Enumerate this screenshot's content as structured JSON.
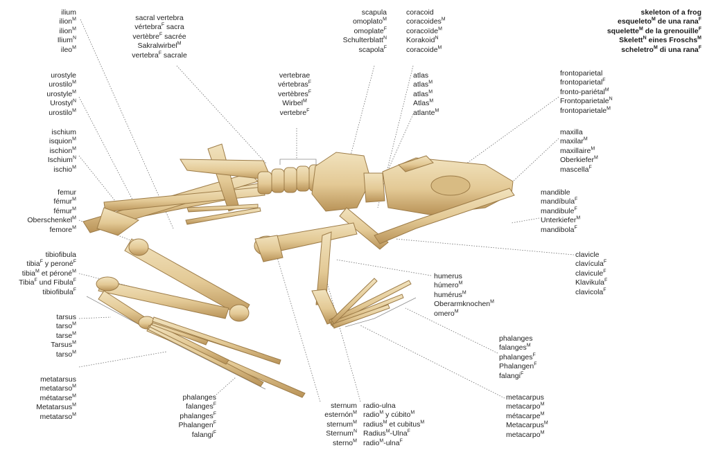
{
  "title_block": {
    "lines": [
      [
        {
          "t": "skeleton of a frog"
        }
      ],
      [
        {
          "t": "esqueleto",
          "g": "M"
        },
        {
          "t": " de una rana",
          "g": "F"
        }
      ],
      [
        {
          "t": "squelette",
          "g": "M"
        },
        {
          "t": " de la grenouille",
          "g": "F"
        }
      ],
      [
        {
          "t": "Skelett",
          "g": "N"
        },
        {
          "t": " eines Froschs",
          "g": "M"
        }
      ],
      [
        {
          "t": "scheletro",
          "g": "M"
        },
        {
          "t": " di una rana",
          "g": "F"
        }
      ]
    ]
  },
  "labels": [
    {
      "id": "ilium",
      "lines": [
        [
          {
            "t": "ilium"
          }
        ],
        [
          {
            "t": "ilion",
            "g": "M"
          }
        ],
        [
          {
            "t": "ilion",
            "g": "M"
          }
        ],
        [
          {
            "t": "Ilium",
            "g": "N"
          }
        ],
        [
          {
            "t": "ileo",
            "g": "M"
          }
        ]
      ]
    },
    {
      "id": "urostyle",
      "lines": [
        [
          {
            "t": "urostyle"
          }
        ],
        [
          {
            "t": "urostilo",
            "g": "M"
          }
        ],
        [
          {
            "t": "urostyle",
            "g": "M"
          }
        ],
        [
          {
            "t": "Urostyl",
            "g": "N"
          }
        ],
        [
          {
            "t": "urostilo",
            "g": "M"
          }
        ]
      ]
    },
    {
      "id": "ischium",
      "lines": [
        [
          {
            "t": "ischium"
          }
        ],
        [
          {
            "t": "isquion",
            "g": "M"
          }
        ],
        [
          {
            "t": "ischion",
            "g": "M"
          }
        ],
        [
          {
            "t": "Ischium",
            "g": "N"
          }
        ],
        [
          {
            "t": "ischio",
            "g": "M"
          }
        ]
      ]
    },
    {
      "id": "femur",
      "lines": [
        [
          {
            "t": "femur"
          }
        ],
        [
          {
            "t": "fémur",
            "g": "M"
          }
        ],
        [
          {
            "t": "fémur",
            "g": "M"
          }
        ],
        [
          {
            "t": "Oberschenkel",
            "g": "M"
          }
        ],
        [
          {
            "t": "femore",
            "g": "M"
          }
        ]
      ]
    },
    {
      "id": "tibiofibula",
      "lines": [
        [
          {
            "t": "tibiofibula"
          }
        ],
        [
          {
            "t": "tibia",
            "g": "F"
          },
          {
            "t": " y peroné",
            "g": "F"
          }
        ],
        [
          {
            "t": "tibia",
            "g": "M"
          },
          {
            "t": " et péroné",
            "g": "M"
          }
        ],
        [
          {
            "t": "Tibia",
            "g": "F"
          },
          {
            "t": " und Fibula",
            "g": "F"
          }
        ],
        [
          {
            "t": "tibiofibula",
            "g": "F"
          }
        ]
      ]
    },
    {
      "id": "tarsus",
      "lines": [
        [
          {
            "t": "tarsus"
          }
        ],
        [
          {
            "t": "tarso",
            "g": "M"
          }
        ],
        [
          {
            "t": "tarse",
            "g": "M"
          }
        ],
        [
          {
            "t": "Tarsus",
            "g": "M"
          }
        ],
        [
          {
            "t": "tarso",
            "g": "M"
          }
        ]
      ]
    },
    {
      "id": "metatarsus",
      "lines": [
        [
          {
            "t": "metatarsus"
          }
        ],
        [
          {
            "t": "metatarso",
            "g": "M"
          }
        ],
        [
          {
            "t": "métatarse",
            "g": "M"
          }
        ],
        [
          {
            "t": "Metatarsus",
            "g": "M"
          }
        ],
        [
          {
            "t": "metatarso",
            "g": "M"
          }
        ]
      ]
    },
    {
      "id": "sacral-vertebra",
      "lines": [
        [
          {
            "t": "sacral vertebra"
          }
        ],
        [
          {
            "t": "vértebra",
            "g": "F"
          },
          {
            "t": " sacra"
          }
        ],
        [
          {
            "t": "vertèbre",
            "g": "F"
          },
          {
            "t": " sacrée"
          }
        ],
        [
          {
            "t": "Sakralwirbel",
            "g": "M"
          }
        ],
        [
          {
            "t": "vertebra",
            "g": "F"
          },
          {
            "t": " sacrale"
          }
        ]
      ]
    },
    {
      "id": "vertebrae",
      "lines": [
        [
          {
            "t": "vertebrae"
          }
        ],
        [
          {
            "t": "vértebras",
            "g": "F"
          }
        ],
        [
          {
            "t": "vertèbres",
            "g": "F"
          }
        ],
        [
          {
            "t": "Wirbel",
            "g": "M"
          }
        ],
        [
          {
            "t": "vertebre",
            "g": "F"
          }
        ]
      ]
    },
    {
      "id": "scapula",
      "lines": [
        [
          {
            "t": "scapula"
          }
        ],
        [
          {
            "t": "omoplato",
            "g": "M"
          }
        ],
        [
          {
            "t": "omoplate",
            "g": "F"
          }
        ],
        [
          {
            "t": "Schulterblatt",
            "g": "N"
          }
        ],
        [
          {
            "t": "scapola",
            "g": "F"
          }
        ]
      ]
    },
    {
      "id": "coracoid",
      "lines": [
        [
          {
            "t": "coracoid"
          }
        ],
        [
          {
            "t": "coracoides",
            "g": "M"
          }
        ],
        [
          {
            "t": "coracoïde",
            "g": "M"
          }
        ],
        [
          {
            "t": "Korakoid",
            "g": "N"
          }
        ],
        [
          {
            "t": "coracoide",
            "g": "M"
          }
        ]
      ]
    },
    {
      "id": "atlas",
      "lines": [
        [
          {
            "t": "atlas"
          }
        ],
        [
          {
            "t": "atlas",
            "g": "M"
          }
        ],
        [
          {
            "t": "atlas",
            "g": "M"
          }
        ],
        [
          {
            "t": "Atlas",
            "g": "M"
          }
        ],
        [
          {
            "t": "atlante",
            "g": "M"
          }
        ]
      ]
    },
    {
      "id": "frontoparietal",
      "lines": [
        [
          {
            "t": "frontoparietal"
          }
        ],
        [
          {
            "t": "frontoparietal",
            "g": "F"
          }
        ],
        [
          {
            "t": "fronto-pariétal",
            "g": "M"
          }
        ],
        [
          {
            "t": "Frontoparietale",
            "g": "N"
          }
        ],
        [
          {
            "t": "frontoparietale",
            "g": "M"
          }
        ]
      ]
    },
    {
      "id": "maxilla",
      "lines": [
        [
          {
            "t": "maxilla"
          }
        ],
        [
          {
            "t": "maxilar",
            "g": "M"
          }
        ],
        [
          {
            "t": "maxillaire",
            "g": "M"
          }
        ],
        [
          {
            "t": "Oberkiefer",
            "g": "M"
          }
        ],
        [
          {
            "t": "mascella",
            "g": "F"
          }
        ]
      ]
    },
    {
      "id": "mandible",
      "lines": [
        [
          {
            "t": "mandible"
          }
        ],
        [
          {
            "t": "mandíbula",
            "g": "F"
          }
        ],
        [
          {
            "t": "mandibule",
            "g": "F"
          }
        ],
        [
          {
            "t": "Unterkiefer",
            "g": "M"
          }
        ],
        [
          {
            "t": "mandibola",
            "g": "F"
          }
        ]
      ]
    },
    {
      "id": "clavicle",
      "lines": [
        [
          {
            "t": "clavicle"
          }
        ],
        [
          {
            "t": "clavícula",
            "g": "F"
          }
        ],
        [
          {
            "t": "clavicule",
            "g": "F"
          }
        ],
        [
          {
            "t": "Klavikula",
            "g": "F"
          }
        ],
        [
          {
            "t": "clavicola",
            "g": "F"
          }
        ]
      ]
    },
    {
      "id": "humerus",
      "lines": [
        [
          {
            "t": "humerus"
          }
        ],
        [
          {
            "t": "húmero",
            "g": "M"
          }
        ],
        [
          {
            "t": "humérus",
            "g": "M"
          }
        ],
        [
          {
            "t": "Oberarmknochen",
            "g": "M"
          }
        ],
        [
          {
            "t": "omero",
            "g": "M"
          }
        ]
      ]
    },
    {
      "id": "phalanges-front",
      "lines": [
        [
          {
            "t": "phalanges"
          }
        ],
        [
          {
            "t": "falanges",
            "g": "M"
          }
        ],
        [
          {
            "t": "phalanges",
            "g": "F"
          }
        ],
        [
          {
            "t": "Phalangen",
            "g": "F"
          }
        ],
        [
          {
            "t": "falangi",
            "g": "F"
          }
        ]
      ]
    },
    {
      "id": "metacarpus",
      "lines": [
        [
          {
            "t": "metacarpus"
          }
        ],
        [
          {
            "t": "metacarpo",
            "g": "M"
          }
        ],
        [
          {
            "t": "métacarpe",
            "g": "M"
          }
        ],
        [
          {
            "t": "Metacarpus",
            "g": "M"
          }
        ],
        [
          {
            "t": "metacarpo",
            "g": "M"
          }
        ]
      ]
    },
    {
      "id": "phalanges-hind",
      "lines": [
        [
          {
            "t": "phalanges"
          }
        ],
        [
          {
            "t": "falanges",
            "g": "F"
          }
        ],
        [
          {
            "t": "phalanges",
            "g": "F"
          }
        ],
        [
          {
            "t": "Phalangen",
            "g": "F"
          }
        ],
        [
          {
            "t": "falangi",
            "g": "F"
          }
        ]
      ]
    },
    {
      "id": "sternum",
      "lines": [
        [
          {
            "t": "sternum"
          }
        ],
        [
          {
            "t": "esternón",
            "g": "M"
          }
        ],
        [
          {
            "t": "sternum",
            "g": "M"
          }
        ],
        [
          {
            "t": "Sternum",
            "g": "N"
          }
        ],
        [
          {
            "t": "sterno",
            "g": "M"
          }
        ]
      ]
    },
    {
      "id": "radio-ulna",
      "lines": [
        [
          {
            "t": "radio-ulna"
          }
        ],
        [
          {
            "t": "radio",
            "g": "M"
          },
          {
            "t": " y cúbito",
            "g": "M"
          }
        ],
        [
          {
            "t": "radius",
            "g": "M"
          },
          {
            "t": " et cubitus",
            "g": "M"
          }
        ],
        [
          {
            "t": "Radius",
            "g": "M"
          },
          {
            "t": "-Ulna",
            "g": "F"
          }
        ],
        [
          {
            "t": "radio",
            "g": "M"
          },
          {
            "t": "-ulna",
            "g": "F"
          }
        ]
      ]
    }
  ],
  "colors": {
    "bone": "#e8d3a4",
    "bone_shade": "#c9a66a",
    "bone_dark": "#9c7b47",
    "leader": "#6b6b6b",
    "text": "#222222"
  }
}
